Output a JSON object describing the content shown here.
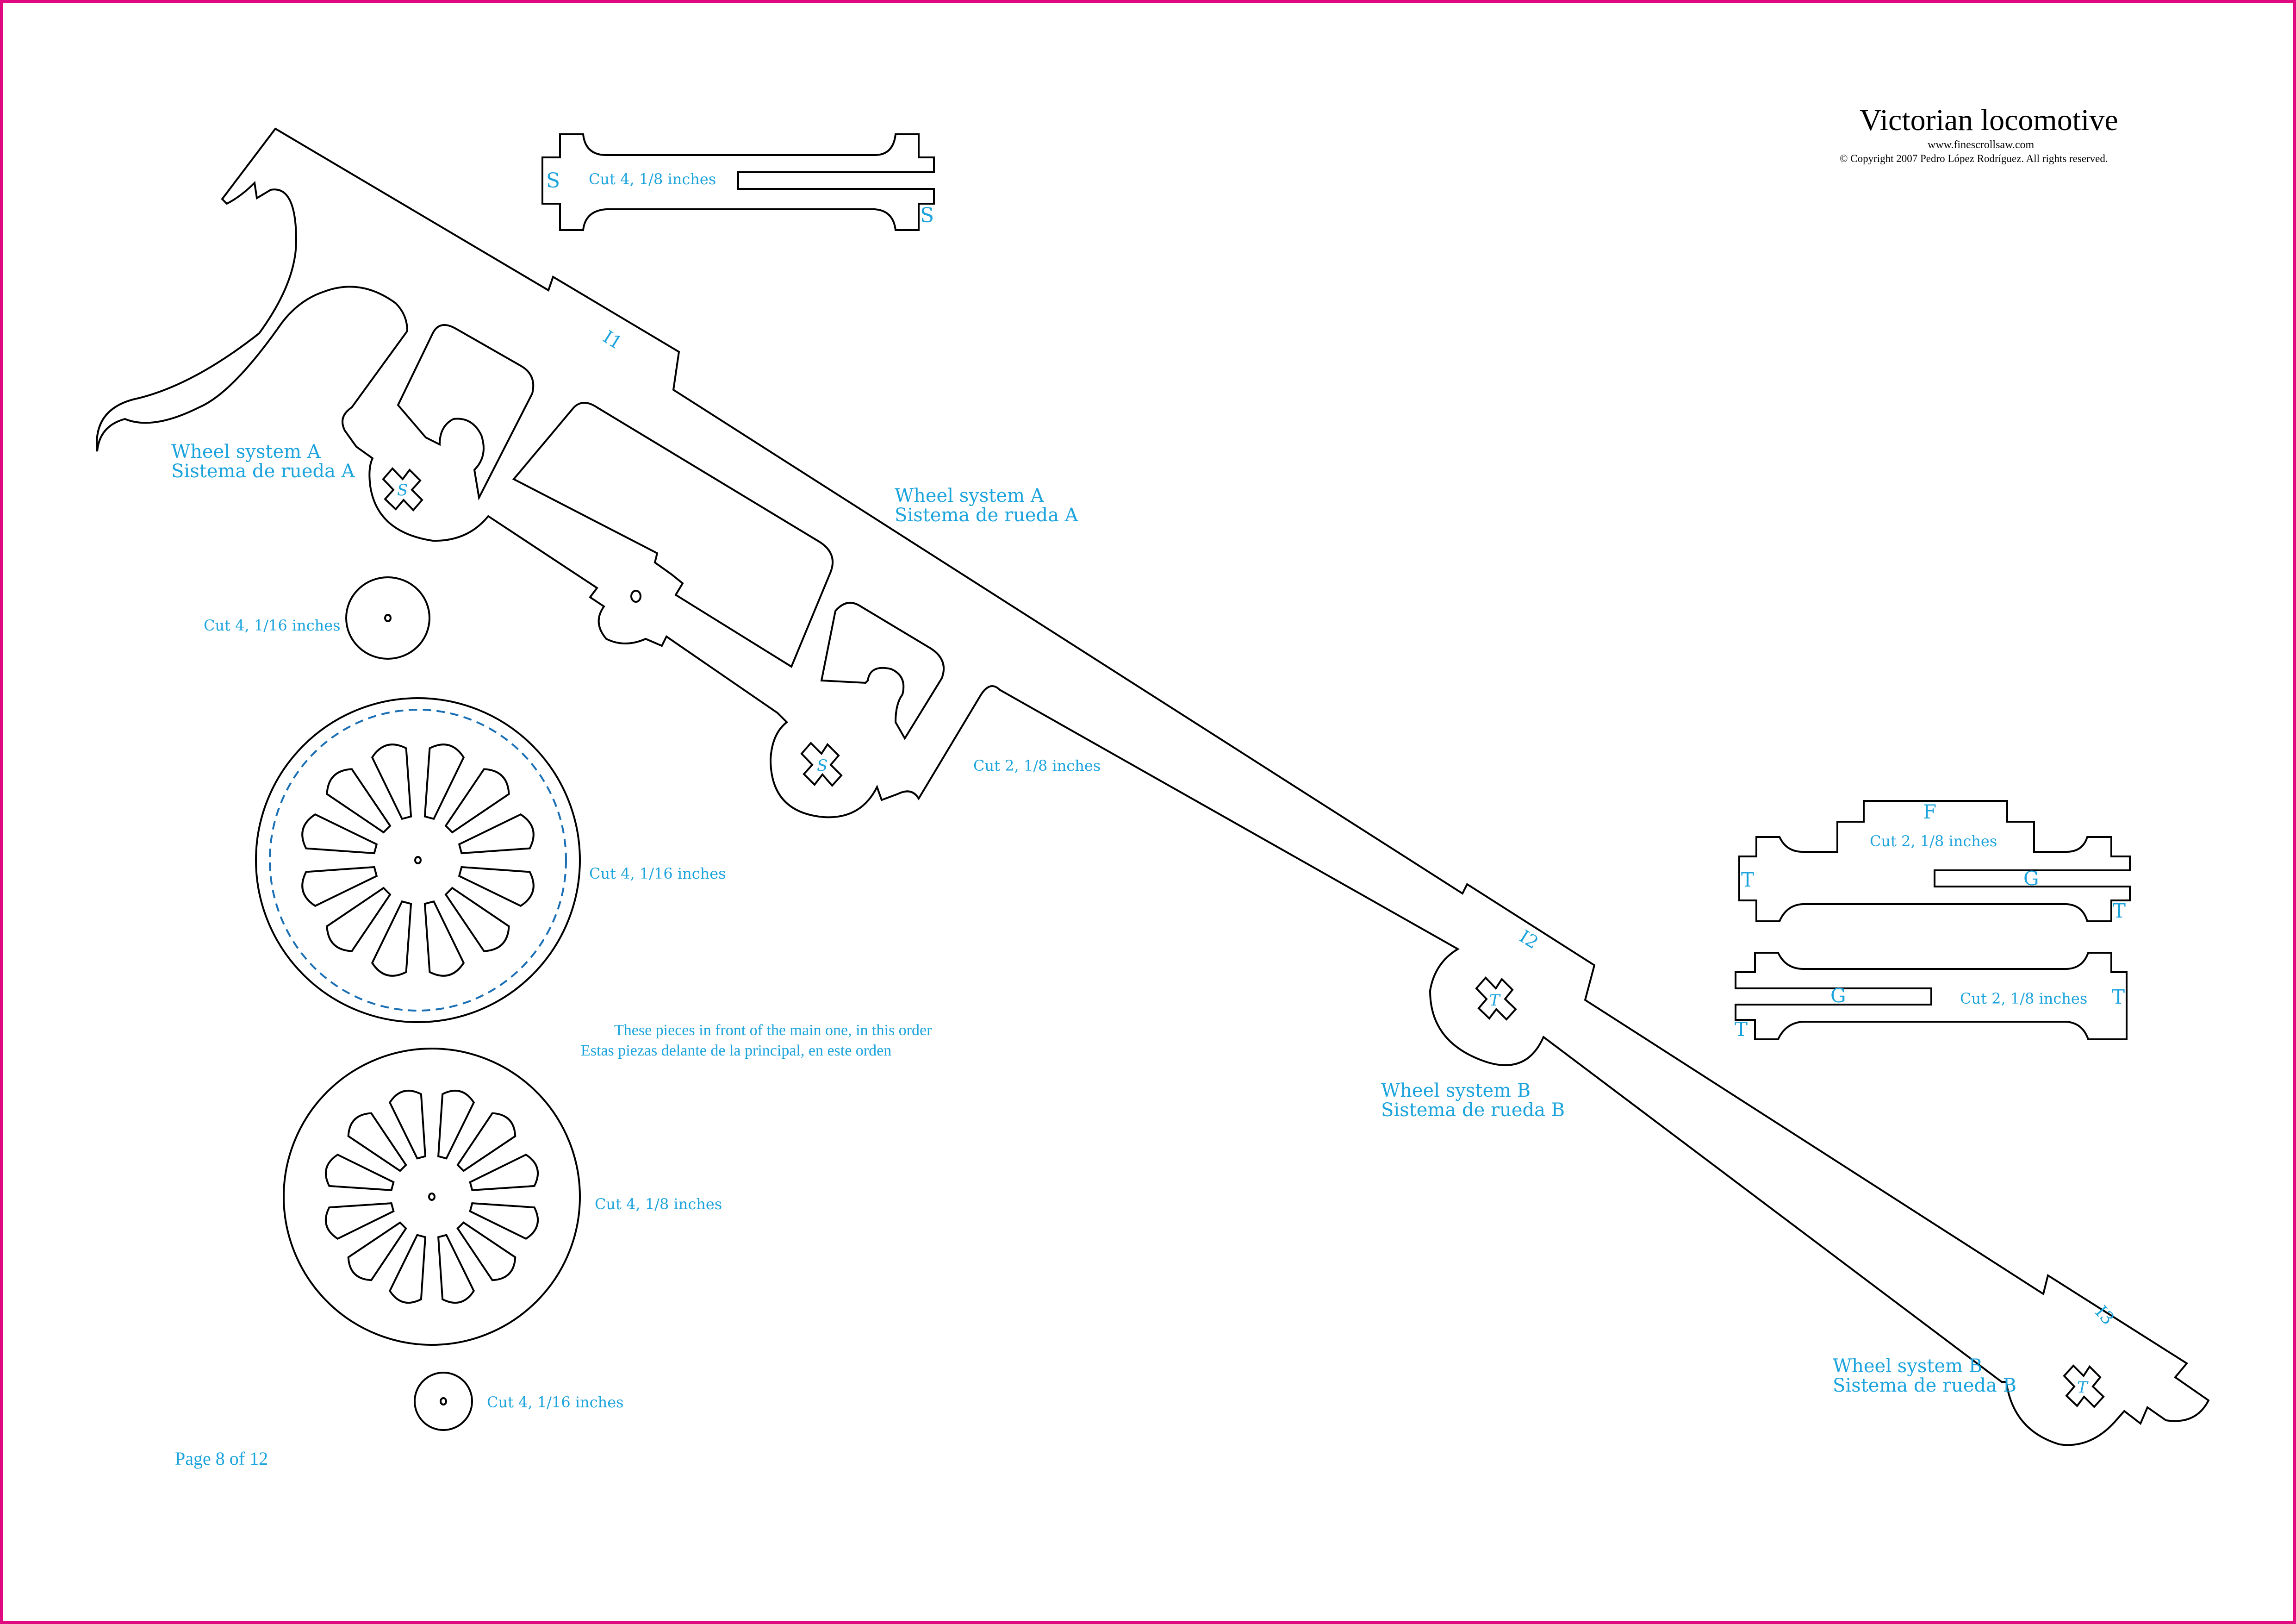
{
  "header": {
    "title": "Victorian locomotive",
    "website": "www.finescrollsaw.com",
    "copyright": "© Copyright 2007 Pedro López Rodríguez. All rights reserved."
  },
  "colors": {
    "border": "#e0097f",
    "label": "#1aa3dc",
    "cut_line": "#000000",
    "dashed_guide": "#1a6fb5"
  },
  "pieces": {
    "top_bar": {
      "cut_label": "Cut 4, 1/8 inches",
      "left_mark": "S",
      "right_mark": "S"
    },
    "main_frame": {
      "cut_label": "Cut 2, 1/8 inches",
      "marks": [
        "I1",
        "I2",
        "I3"
      ],
      "axle_marks": [
        "S",
        "S",
        "T",
        "T"
      ]
    },
    "small_disc_top": {
      "cut_label": "Cut 4, 1/16 inches"
    },
    "spoked_wheel_large": {
      "cut_label": "Cut 4, 1/16 inches",
      "spokes": 12
    },
    "spoked_wheel_small": {
      "cut_label": "Cut 4, 1/8 inches",
      "spokes": 12
    },
    "small_disc_bottom": {
      "cut_label": "Cut 4, 1/16 inches"
    },
    "right_bar_upper": {
      "cut_label": "Cut 2, 1/8 inches",
      "top_mark": "F",
      "slot_mark": "G",
      "left_mark": "T",
      "right_mark": "T"
    },
    "right_bar_lower": {
      "cut_label": "Cut 2, 1/8 inches",
      "slot_mark": "G",
      "left_mark": "T",
      "right_mark": "T"
    }
  },
  "wheel_labels": {
    "a_left": {
      "en": "Wheel system A",
      "es": "Sistema de rueda A"
    },
    "a_mid": {
      "en": "Wheel system A",
      "es": "Sistema de rueda A"
    },
    "b_mid": {
      "en": "Wheel system B",
      "es": "Sistema de rueda B"
    },
    "b_right": {
      "en": "Wheel system B",
      "es": "Sistema de rueda B"
    }
  },
  "notes": {
    "order_en": "These pieces in front of the main one, in this order",
    "order_es": "Estas piezas delante de la principal, en este orden"
  },
  "footer": {
    "page_label": "Page  8  of 12"
  }
}
